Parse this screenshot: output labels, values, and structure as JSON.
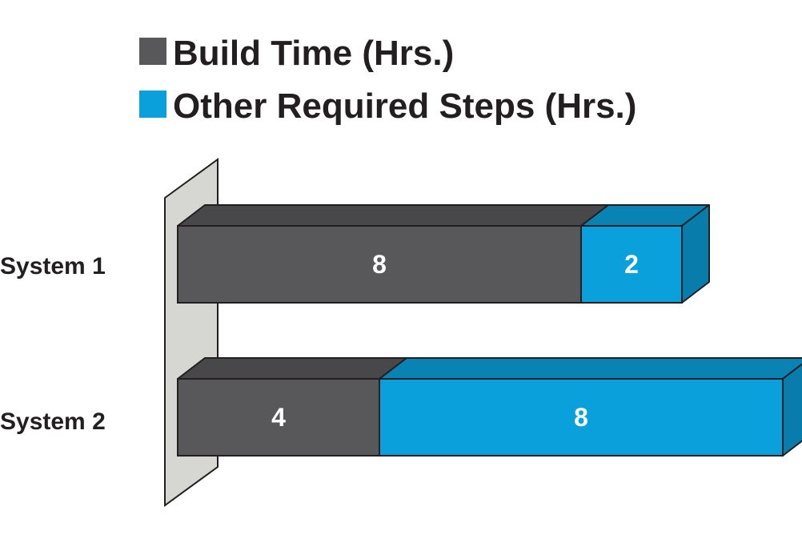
{
  "chart_data": {
    "type": "bar",
    "orientation": "horizontal",
    "stacked": true,
    "style": "3d",
    "categories": [
      "System 1",
      "System 2"
    ],
    "series": [
      {
        "name": "Build Time (Hrs.)",
        "values": [
          8,
          4
        ],
        "color": "#58585b"
      },
      {
        "name": "Other Required Steps (Hrs.)",
        "values": [
          2,
          8
        ],
        "color": "#0aa0dc"
      }
    ],
    "data_labels": [
      [
        "8",
        "2"
      ],
      [
        "4",
        "8"
      ]
    ],
    "xlim": [
      0,
      12
    ],
    "legend_position": "top",
    "grid": false,
    "title": "",
    "xlabel": "",
    "ylabel": ""
  }
}
